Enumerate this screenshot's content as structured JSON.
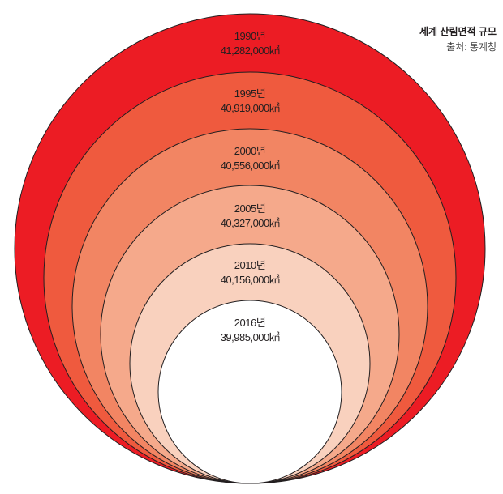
{
  "chart_data": {
    "type": "nested-circles",
    "title": "세계 산림면적 규모",
    "source": "출처: 통계청",
    "unit": "㎢",
    "series": [
      {
        "year": "1990년",
        "value": 41282000,
        "label": "41,282,000㎢",
        "color": "#ec1c24"
      },
      {
        "year": "1995년",
        "value": 40919000,
        "label": "40,919,000㎢",
        "color": "#ef5a3e"
      },
      {
        "year": "2000년",
        "value": 40556000,
        "label": "40,556,000㎢",
        "color": "#f28563"
      },
      {
        "year": "2005년",
        "value": 40327000,
        "label": "40,327,000㎢",
        "color": "#f5a98b"
      },
      {
        "year": "2010년",
        "value": 40156000,
        "label": "40,156,000㎢",
        "color": "#f9d1be"
      },
      {
        "year": "2016년",
        "value": 39985000,
        "label": "39,985,000㎢",
        "color": "#ffffff"
      }
    ]
  }
}
